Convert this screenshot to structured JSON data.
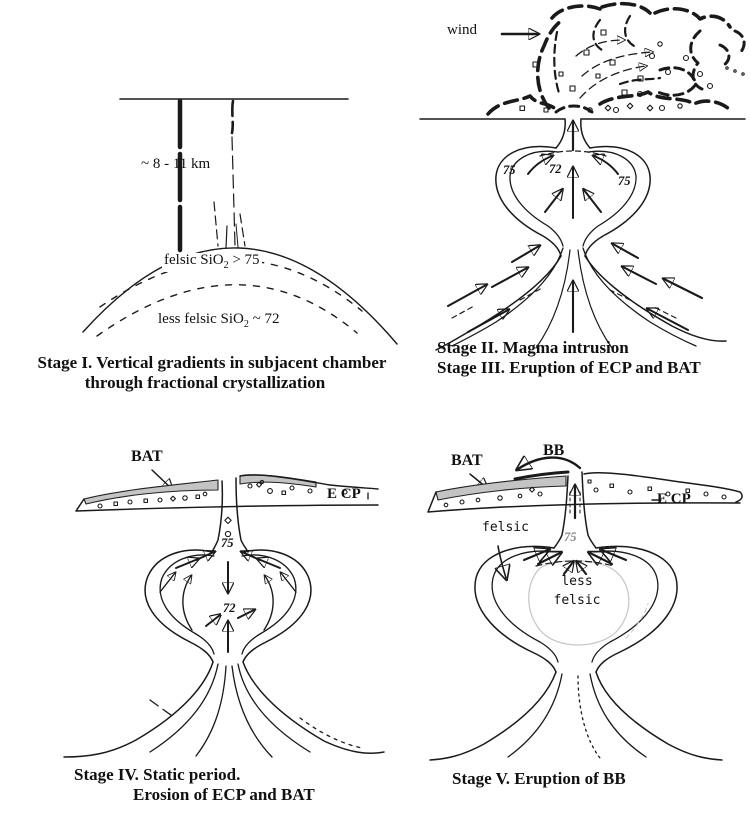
{
  "stage1": {
    "depth_label": "~ 8 - 11 km",
    "felsic_pre": "felsic SiO",
    "felsic_sub": "2",
    "felsic_post": " > 75",
    "less_felsic_pre": "less felsic SiO",
    "less_felsic_sub": "2",
    "less_felsic_post": " ~ 72",
    "caption_line1": "Stage I. Vertical gradients in subjacent chamber",
    "caption_line2": "through fractional crystallization"
  },
  "stage2": {
    "wind_label": "wind",
    "label_75_left": "75",
    "label_72": "72",
    "label_75_right": "75",
    "caption_line1": "Stage II. Magma intrusion",
    "caption_line2": "Stage III. Eruption of ECP and BAT"
  },
  "stage4": {
    "bat_label": "BAT",
    "ecp_label": "E CP",
    "label_75": "75",
    "label_72": "72",
    "caption_line1": "Stage IV. Static period.",
    "caption_line2": "Erosion of ECP and BAT"
  },
  "stage5": {
    "bat_label": "BAT",
    "bb_label": "BB",
    "ecp_label": "E CP",
    "felsic_label": "felsic",
    "less_felsic_line1": "less",
    "less_felsic_line2": "felsic",
    "label_75": "75",
    "caption": "Stage V. Eruption of BB"
  },
  "colors": {
    "ink": "#1a1a1a",
    "grey_line": "#b8b8b8",
    "bat_fill": "#c4c4c4",
    "background": "#ffffff"
  }
}
